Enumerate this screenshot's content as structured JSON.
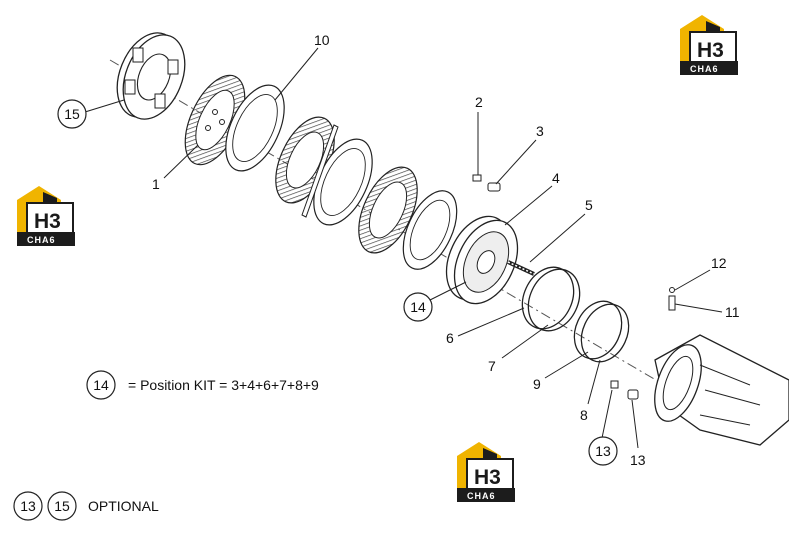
{
  "part_labels": [
    {
      "key": "l1",
      "text": "1"
    },
    {
      "key": "l2",
      "text": "2"
    },
    {
      "key": "l3",
      "text": "3"
    },
    {
      "key": "l4",
      "text": "4"
    },
    {
      "key": "l5",
      "text": "5"
    },
    {
      "key": "l6",
      "text": "6"
    },
    {
      "key": "l7",
      "text": "7"
    },
    {
      "key": "l8",
      "text": "8"
    },
    {
      "key": "l9",
      "text": "9"
    },
    {
      "key": "l10",
      "text": "10"
    },
    {
      "key": "l11",
      "text": "11"
    },
    {
      "key": "l12",
      "text": "12"
    },
    {
      "key": "l13b",
      "text": "13"
    }
  ],
  "circled_labels": {
    "c15_top": "15",
    "c14_mid": "14",
    "c13_bottom": "13",
    "c14_legend": "14",
    "c13_footer": "13",
    "c15_footer": "15"
  },
  "legend": {
    "kit_text": "= Position KIT = 3+4+6+7+8+9",
    "optional_text": "OPTIONAL"
  },
  "logo": {
    "main": "H3",
    "sub": "CHA6",
    "icon": "h3-house-logo-icon"
  },
  "colors": {
    "logo_yellow": "#f0b400",
    "logo_dark": "#222222",
    "line": "#333333"
  }
}
